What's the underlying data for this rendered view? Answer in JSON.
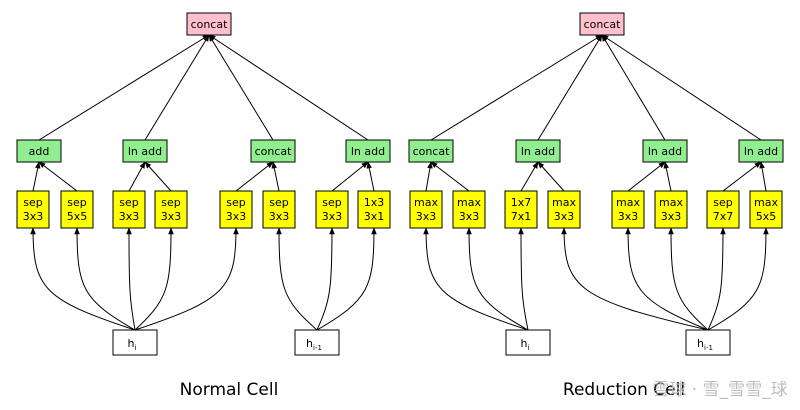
{
  "colors": {
    "concat_fill": "#ffc0cb",
    "combine_fill": "#90ee90",
    "op_fill": "#ffff00",
    "input_fill": "#ffffff",
    "stroke": "#000000"
  },
  "cells": [
    {
      "title": "Normal Cell",
      "output": "concat",
      "inputs": [
        "h",
        "h"
      ],
      "input_subscripts": [
        "i",
        "i-1"
      ],
      "combines": [
        "add",
        "ln add",
        "concat",
        "ln add"
      ],
      "ops": [
        [
          "sep",
          "3x3"
        ],
        [
          "sep",
          "5x5"
        ],
        [
          "sep",
          "3x3"
        ],
        [
          "sep",
          "3x3"
        ],
        [
          "sep",
          "3x3"
        ],
        [
          "sep",
          "3x3"
        ],
        [
          "sep",
          "3x3"
        ],
        [
          "1x3",
          "3x1"
        ]
      ]
    },
    {
      "title": "Reduction Cell",
      "output": "concat",
      "inputs": [
        "h",
        "h"
      ],
      "input_subscripts": [
        "i",
        "i-1"
      ],
      "combines": [
        "concat",
        "ln add",
        "ln add",
        "ln add"
      ],
      "ops": [
        [
          "max",
          "3x3"
        ],
        [
          "max",
          "3x3"
        ],
        [
          "1x7",
          "7x1"
        ],
        [
          "max",
          "3x3"
        ],
        [
          "max",
          "3x3"
        ],
        [
          "max",
          "3x3"
        ],
        [
          "sep",
          "7x7"
        ],
        [
          "max",
          "5x5"
        ]
      ]
    }
  ],
  "watermark": "雪球 · 雪_雪雪_球"
}
